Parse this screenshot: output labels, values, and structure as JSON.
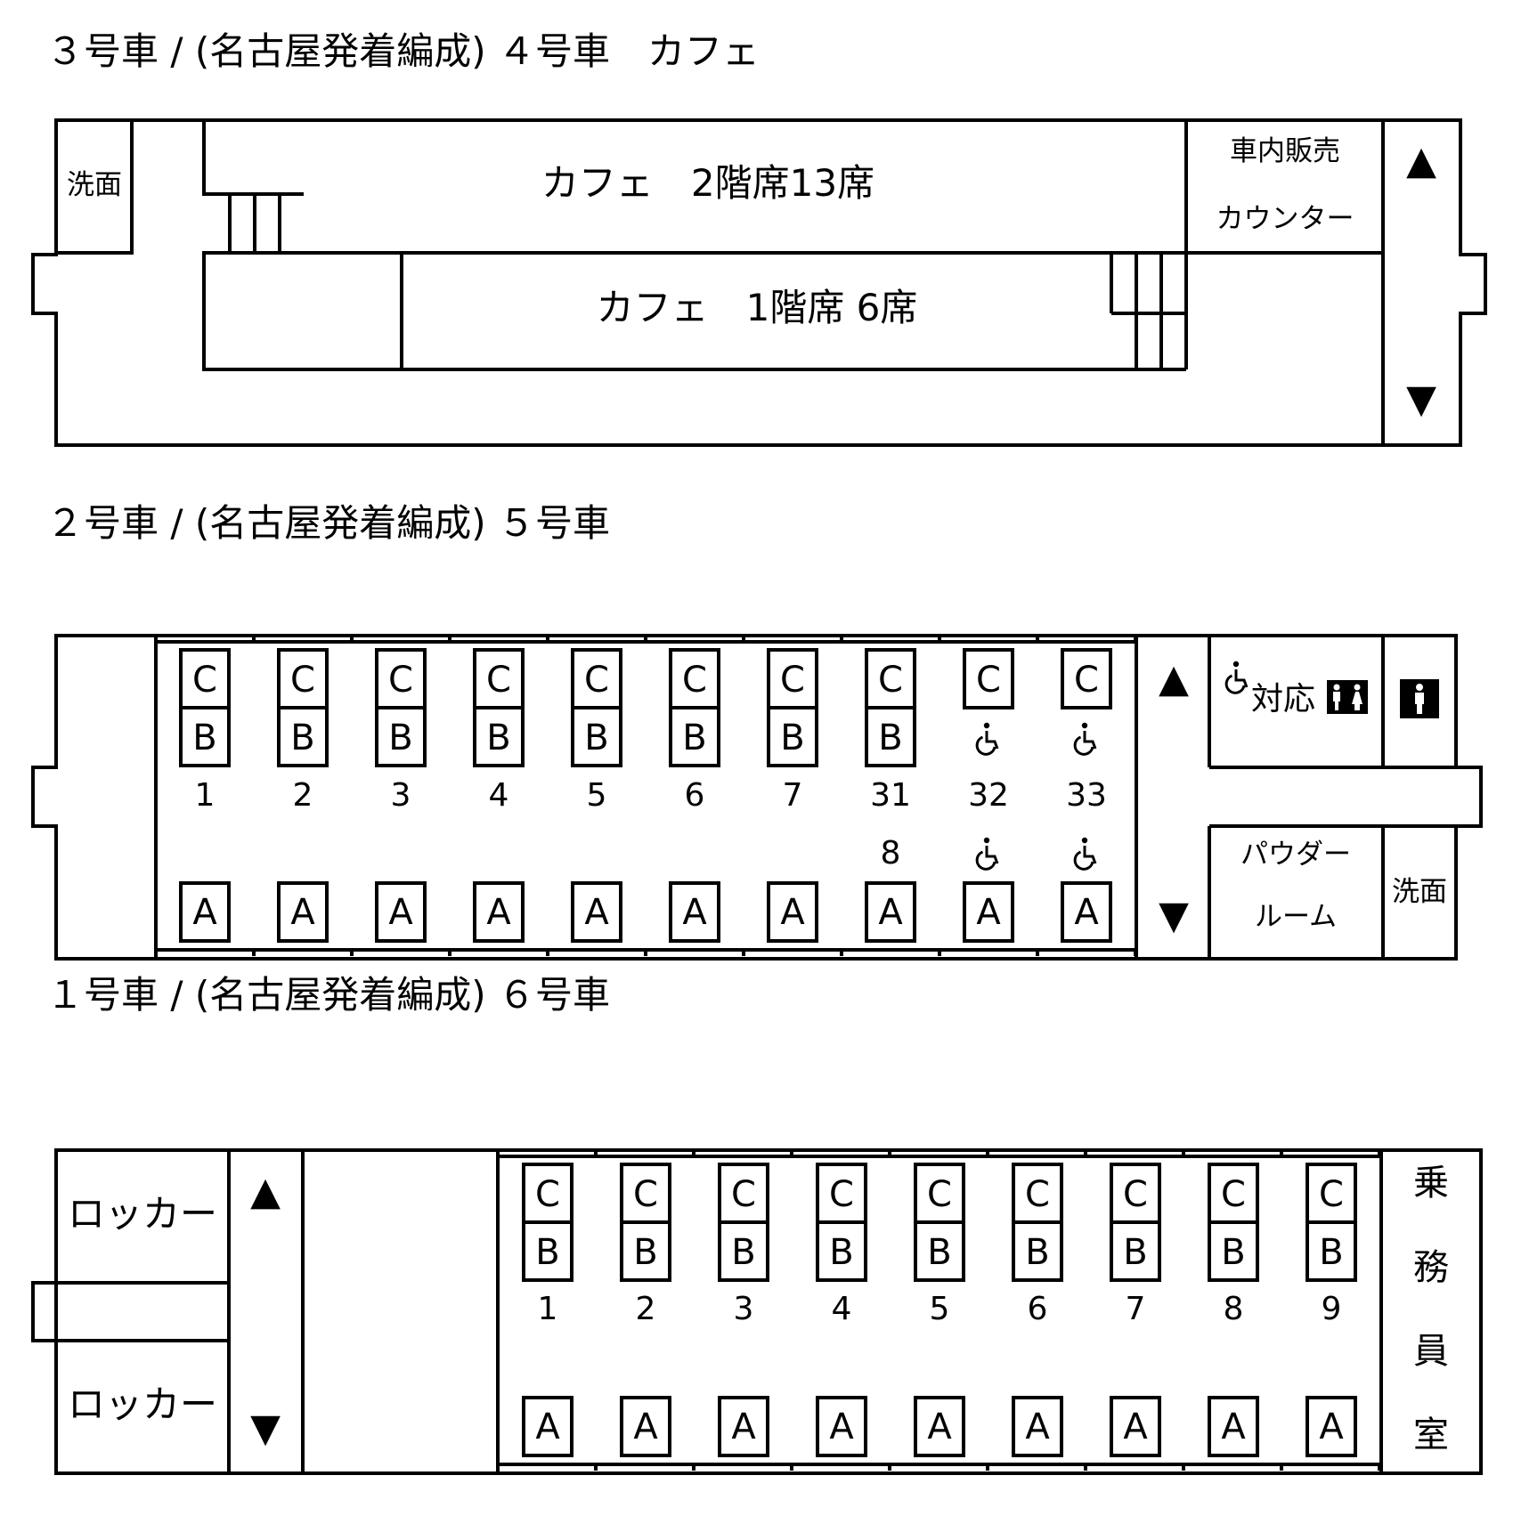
{
  "colors": {
    "line": "#000000",
    "background": "#ffffff"
  },
  "car_cafe": {
    "title": "３号車 / (名古屋発着編成) ４号車　カフェ",
    "washroom_label": "洗面",
    "upper_deck_label": "カフェ　2階席13席",
    "lower_deck_label": "カフェ　1階席 6席",
    "counter_line1": "車内販売",
    "counter_line2": "カウンター",
    "up_arrow": "▲",
    "down_arrow": "▼"
  },
  "car_2": {
    "title": "２号車 / (名古屋発着編成) ５号車",
    "row_numbers": [
      "1",
      "2",
      "3",
      "4",
      "5",
      "6",
      "7",
      "31",
      "32",
      "33"
    ],
    "second_row_numbers": [
      "",
      "",
      "",
      "",
      "",
      "",
      "",
      "8",
      "",
      ""
    ],
    "wheelchair_row_flags": [
      false,
      false,
      false,
      false,
      false,
      false,
      false,
      false,
      true,
      true
    ],
    "seat_c": "C",
    "seat_b": "B",
    "seat_a": "A",
    "accessible_toilet_label": "対応",
    "powder_room_line1": "パウダー",
    "powder_room_line2": "ルーム",
    "washroom_label": "洗面",
    "up_arrow": "▲",
    "down_arrow": "▼",
    "icons": [
      "wheelchair-icon",
      "restroom-icon",
      "mens-toilet-icon"
    ]
  },
  "car_1": {
    "title": "１号車 / (名古屋発着編成) ６号車",
    "locker_label": "ロッカー",
    "row_numbers": [
      "1",
      "2",
      "3",
      "4",
      "5",
      "6",
      "7",
      "8",
      "9"
    ],
    "seat_c": "C",
    "seat_b": "B",
    "seat_a": "A",
    "crew_room_chars": [
      "乗",
      "務",
      "員",
      "室"
    ],
    "up_arrow": "▲",
    "down_arrow": "▼"
  }
}
